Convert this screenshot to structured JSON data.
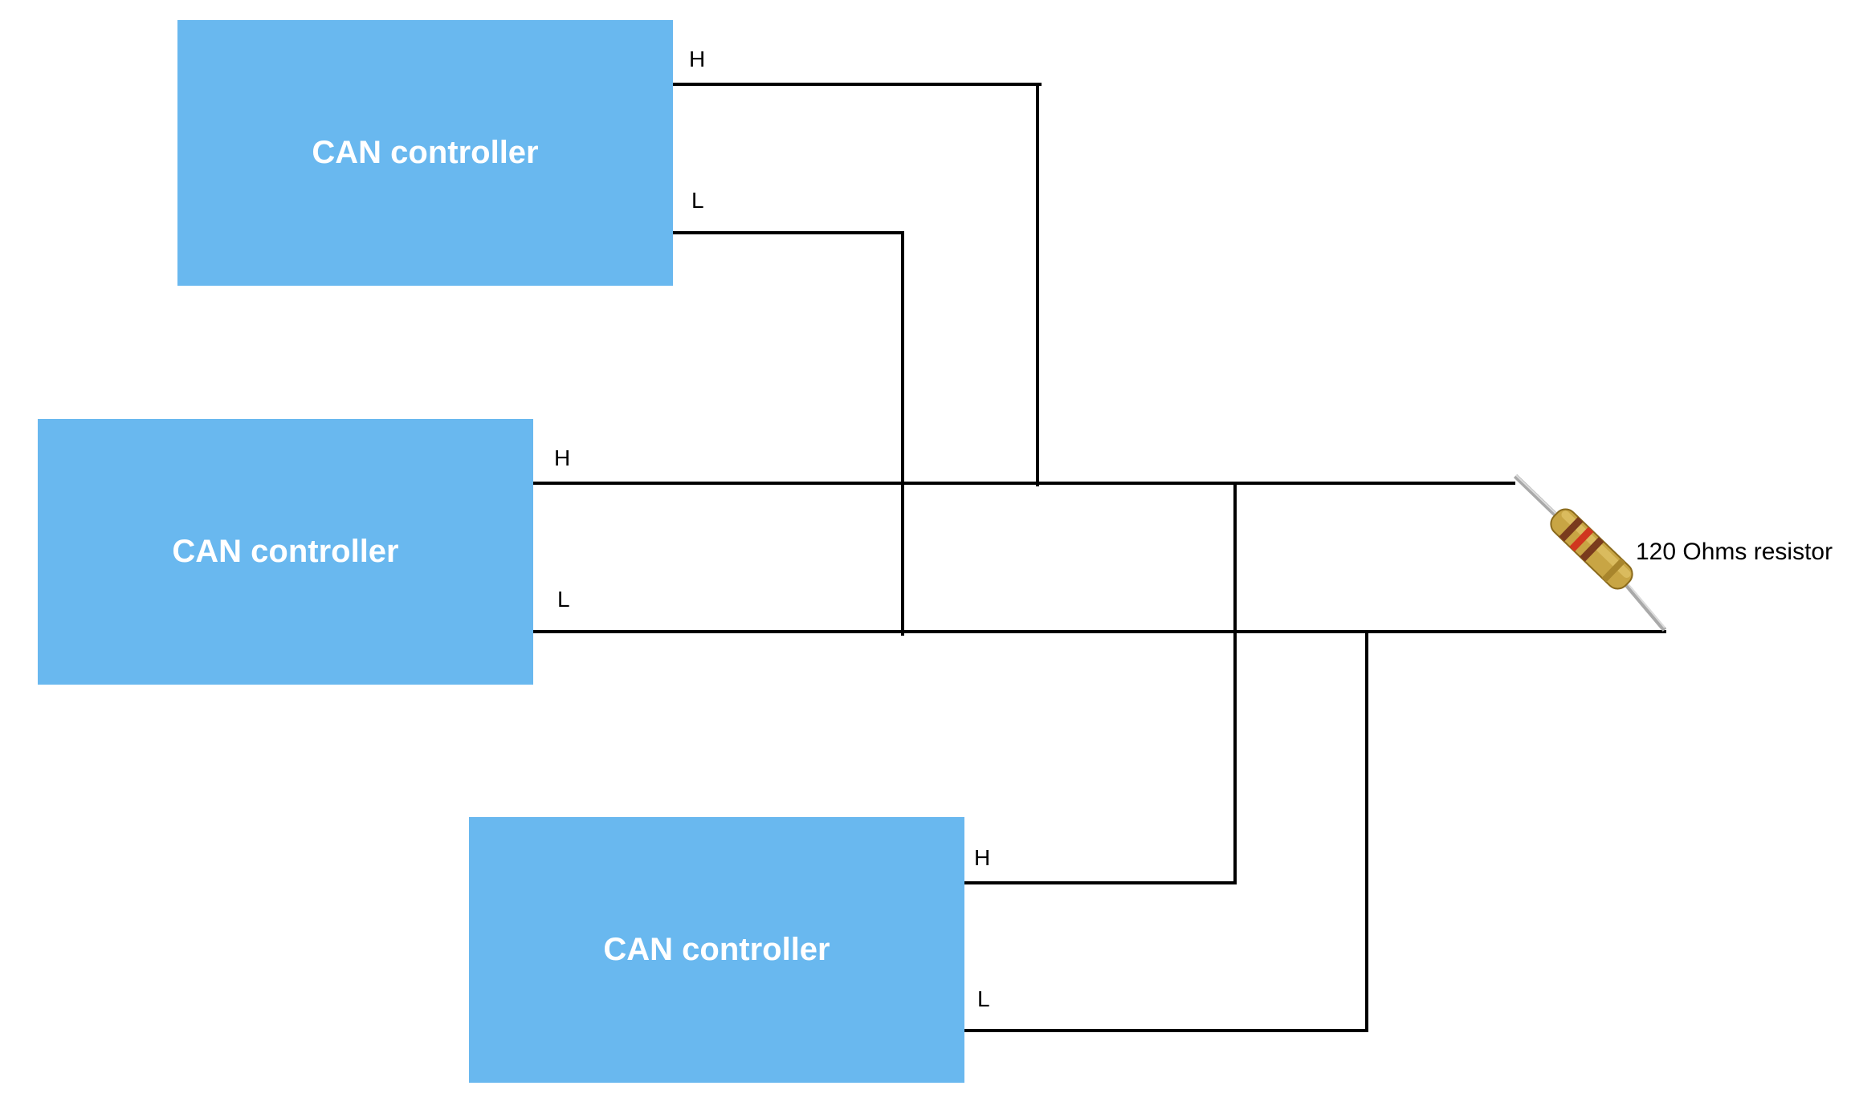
{
  "colors": {
    "controller_fill": "#69b8ef",
    "controller_text": "#ffffff",
    "wire": "#000000"
  },
  "controllers": [
    {
      "id": "top",
      "label": "CAN controller",
      "pin_high": "H",
      "pin_low": "L"
    },
    {
      "id": "middle",
      "label": "CAN controller",
      "pin_high": "H",
      "pin_low": "L"
    },
    {
      "id": "bottom",
      "label": "CAN controller",
      "pin_high": "H",
      "pin_low": "L"
    }
  ],
  "resistor": {
    "label": "120 Ohms resistor",
    "icon": "resistor-icon"
  }
}
